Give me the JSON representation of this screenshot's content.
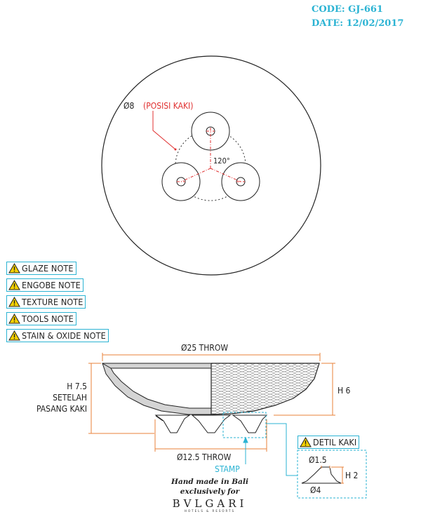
{
  "header": {
    "code": "CODE: GJ-661",
    "date": "DATE: 12/02/2017"
  },
  "top_view": {
    "foot_diameter_label": "Ø8",
    "foot_position_label": "(POSISI KAKI)",
    "angle_label": "120°"
  },
  "notes": [
    "GLAZE NOTE",
    "ENGOBE NOTE",
    "TEXTURE NOTE",
    "TOOLS NOTE",
    "STAIN & OXIDE NOTE"
  ],
  "side_view": {
    "top_width_label": "Ø25 THROW",
    "height_total_line1": "H 7.5",
    "height_total_line2": "SETELAH",
    "height_total_line3": "PASANG KAKI",
    "body_height_label": "H 6",
    "base_width_label": "Ø12.5 THROW",
    "stamp_label": "STAMP"
  },
  "detail": {
    "title": "DETIL KAKI",
    "top_diameter": "Ø1.5",
    "bottom_diameter": "Ø4",
    "height": "H 2"
  },
  "brand": {
    "line1": "Hand made in Bali",
    "line2": "exclusively for",
    "name": "BVLGARI",
    "sub": "HOTELS & RESORTS"
  },
  "colors": {
    "accent_cyan": "#2bb3d3",
    "dimension_orange": "#e8823a",
    "annotation_red": "#e03030",
    "outline": "#222222"
  }
}
